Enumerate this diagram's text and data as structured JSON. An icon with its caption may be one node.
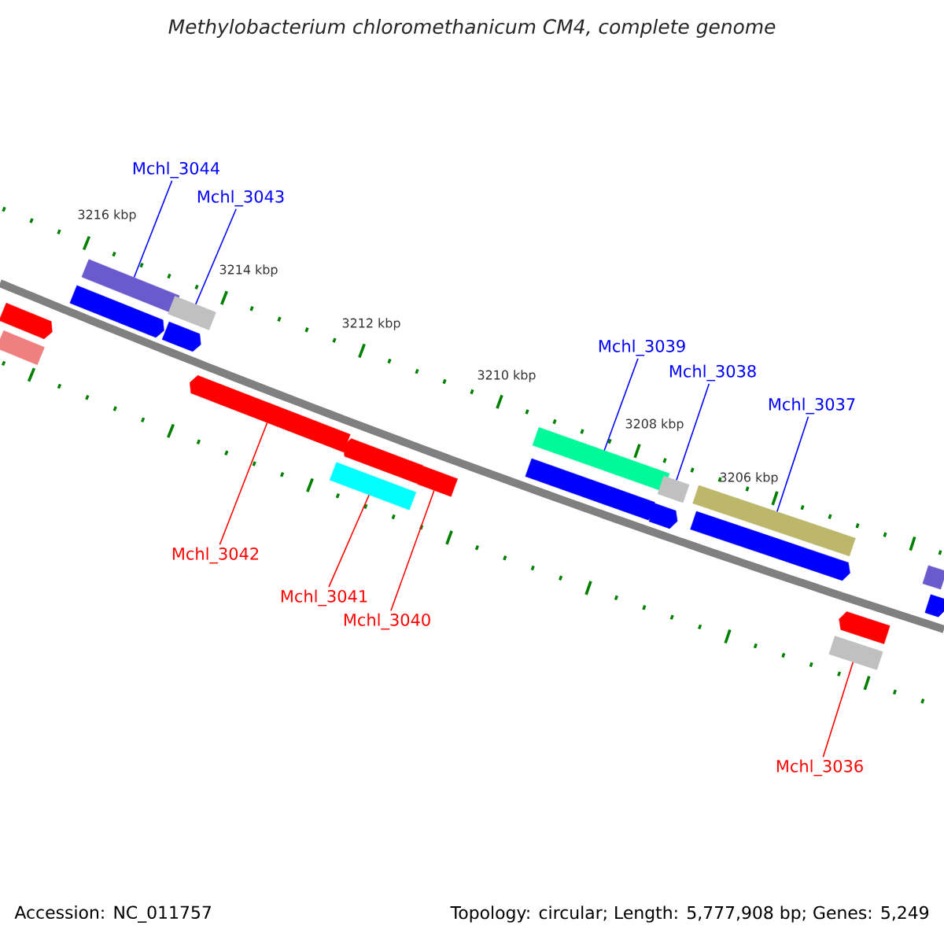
{
  "diagram": {
    "title": "Methylobacterium chloromethanicum CM4, complete genome",
    "nodes": [
      {
        "text": [
          "Mchl_3044"
        ]
      },
      {
        "text": [
          "Mchl_3043"
        ]
      },
      {
        "text": [
          "Mchl_3039"
        ]
      },
      {
        "text": [
          "Mchl_3038"
        ]
      },
      {
        "text": [
          "Mchl_3037"
        ]
      },
      {
        "text": [
          "Mchl_3042"
        ]
      },
      {
        "text": [
          "Mchl_3041"
        ]
      },
      {
        "text": [
          "Mchl_3040"
        ]
      },
      {
        "text": [
          "Mchl_3036"
        ]
      },
      {
        "text": [],
        "shape": "bar"
      },
      {
        "text": [],
        "shape": "bar"
      },
      {
        "text": [],
        "shape": "bar"
      },
      {
        "text": [],
        "shape": "bar"
      },
      {
        "text": [],
        "shape": "bar"
      },
      {
        "text": [],
        "shape": "bar"
      },
      {
        "text": [],
        "shape": "bar"
      },
      {
        "text": [],
        "shape": "bar"
      },
      {
        "text": [],
        "shape": "bar"
      },
      {
        "text": [],
        "shape": "bar"
      },
      {
        "text": [],
        "shape": "bar"
      },
      {
        "text": [],
        "shape": "bar"
      },
      {
        "text": [],
        "shape": "bar"
      },
      {
        "text": [],
        "shape": "bar"
      },
      {
        "text": [],
        "shape": "bar"
      },
      {
        "text": [],
        "shape": "bar"
      },
      {
        "text": [],
        "shape": "bar"
      },
      {
        "text": [],
        "shape": "bar"
      },
      {
        "text": [],
        "shape": "bar"
      },
      {
        "text": [],
        "shape": "bar"
      }
    ],
    "edges": [
      {
        "from": 0,
        "to": 12,
        "arrow": "none"
      },
      {
        "from": 1,
        "to": 14,
        "arrow": "none"
      },
      {
        "from": 2,
        "to": 20,
        "arrow": "none"
      },
      {
        "from": 3,
        "to": 22,
        "arrow": "none"
      },
      {
        "from": 4,
        "to": 24,
        "arrow": "none"
      },
      {
        "from": 5,
        "to": 15,
        "arrow": "none",
        "color": "#ff0000"
      },
      {
        "from": 6,
        "to": 16,
        "arrow": "none",
        "color": "#ff0000"
      },
      {
        "from": 7,
        "to": 18,
        "arrow": "none",
        "color": "#ff0000"
      },
      {
        "from": 8,
        "to": 25,
        "arrow": "none",
        "color": "#ff0000"
      }
    ],
    "labels": [
      "3216 kbp",
      "3214 kbp",
      "3212 kbp",
      "3210 kbp",
      "3208 kbp",
      "3206 kbp",
      "Accession: NC_011757",
      "Topology: circular; Length: 5,777,908 bp; Genes: 5,249"
    ]
  }
}
